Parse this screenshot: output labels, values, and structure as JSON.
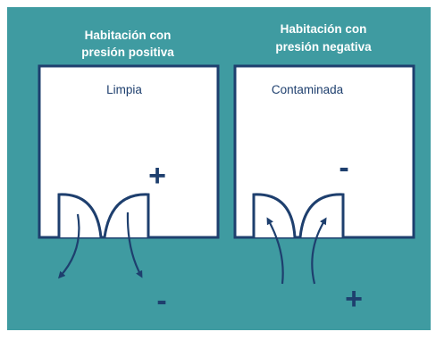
{
  "colors": {
    "background": "#3f9ba1",
    "room_fill": "#ffffff",
    "outline": "#1e3f6e",
    "title_text": "#ffffff"
  },
  "rooms": [
    {
      "title_line1": "Habitación con",
      "title_line2": "presión positiva",
      "label": "Limpia",
      "inside_sign": "+",
      "outside_sign": "-",
      "airflow": "outward"
    },
    {
      "title_line1": "Habitación con",
      "title_line2": "presión negativa",
      "label": "Contaminada",
      "inside_sign": "-",
      "outside_sign": "+",
      "airflow": "inward"
    }
  ]
}
